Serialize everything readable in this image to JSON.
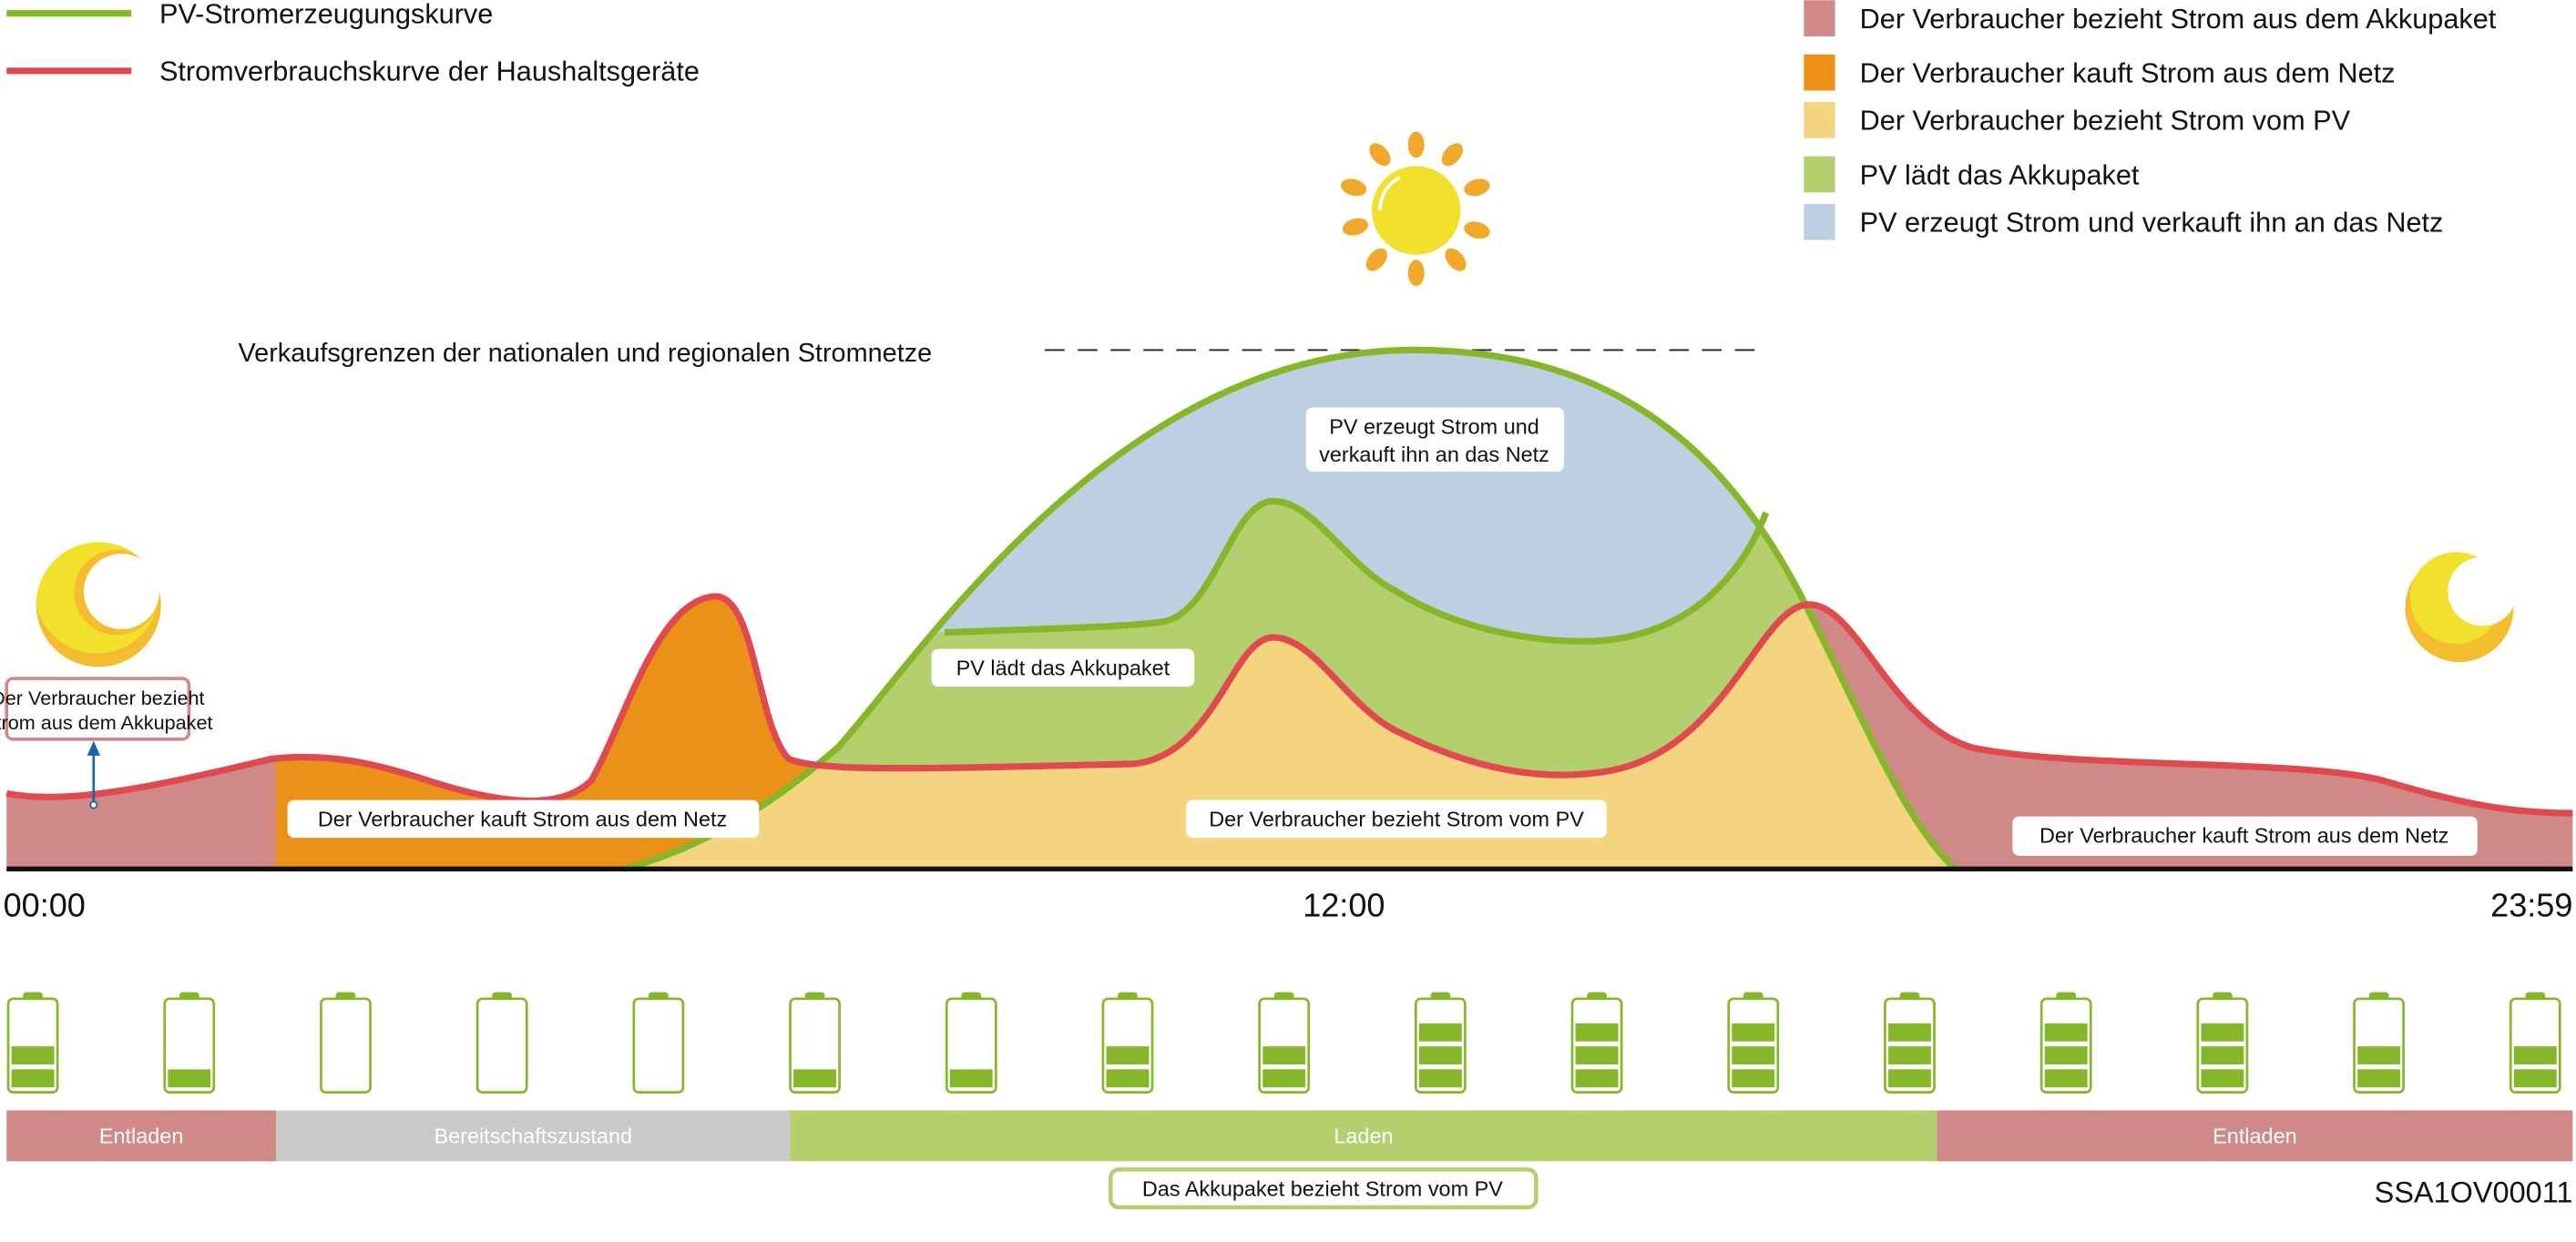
{
  "colors": {
    "battery_supply": "#cf8a88",
    "grid_buy": "#e99217",
    "pv_supply": "#f4d47e",
    "pv_charge": "#b3cf6e",
    "pv_sell": "#bfcfe2",
    "pv_line": "#86b72a",
    "consumption_line": "#e04a4f",
    "standby": "#c8c9c8"
  },
  "line_legend": [
    {
      "label": "PV-Stromerzeugungskurve",
      "color": "#86b72a"
    },
    {
      "label": "Stromverbrauchskurve der Haushaltsgeräte",
      "color": "#e04a4f"
    }
  ],
  "area_legend": [
    {
      "label": "Der Verbraucher bezieht Strom aus dem Akkupaket",
      "color": "#cf8a88"
    },
    {
      "label": "Der Verbraucher kauft Strom aus dem Netz",
      "color": "#e99217"
    },
    {
      "label": "Der Verbraucher bezieht Strom vom PV",
      "color": "#f4d47e"
    },
    {
      "label": "PV lädt das Akkupaket",
      "color": "#b3cf6e"
    },
    {
      "label": "PV erzeugt Strom und verkauft ihn an das Netz",
      "color": "#bfcfe2"
    }
  ],
  "grid_limit_label": "Verkaufsgrenzen der nationalen und regionalen Stromnetze",
  "annotations": {
    "battery_night_1": "Der Verbraucher bezieht",
    "battery_night_2": "Strom aus dem Akkupaket",
    "grid_morning": "Der Verbraucher kauft Strom aus dem Netz",
    "pv_charge": "PV lädt das Akkupaket",
    "pv_sell_1": "PV erzeugt Strom und",
    "pv_sell_2": "verkauft ihn an das Netz",
    "pv_supply": "Der Verbraucher bezieht Strom vom PV",
    "grid_evening": "Der Verbraucher kauft Strom aus dem Netz"
  },
  "time_axis": {
    "start": "00:00",
    "mid": "12:00",
    "end": "23:59"
  },
  "battery_levels": [
    2,
    1,
    0,
    0,
    0,
    1,
    1,
    2,
    2,
    3,
    3,
    3,
    3,
    3,
    3,
    2,
    2
  ],
  "battery_max_level": 3,
  "status_bar": [
    {
      "label": "Entladen",
      "color": "#cf8a88"
    },
    {
      "label": "Bereitschaftszustand",
      "color": "#c8c9c8"
    },
    {
      "label": "Laden",
      "color": "#b3cf6e"
    },
    {
      "label": "Entladen",
      "color": "#cf8a88"
    }
  ],
  "charge_note": "Das Akkupaket bezieht Strom vom PV",
  "figure_code": "SSA1OV00011"
}
